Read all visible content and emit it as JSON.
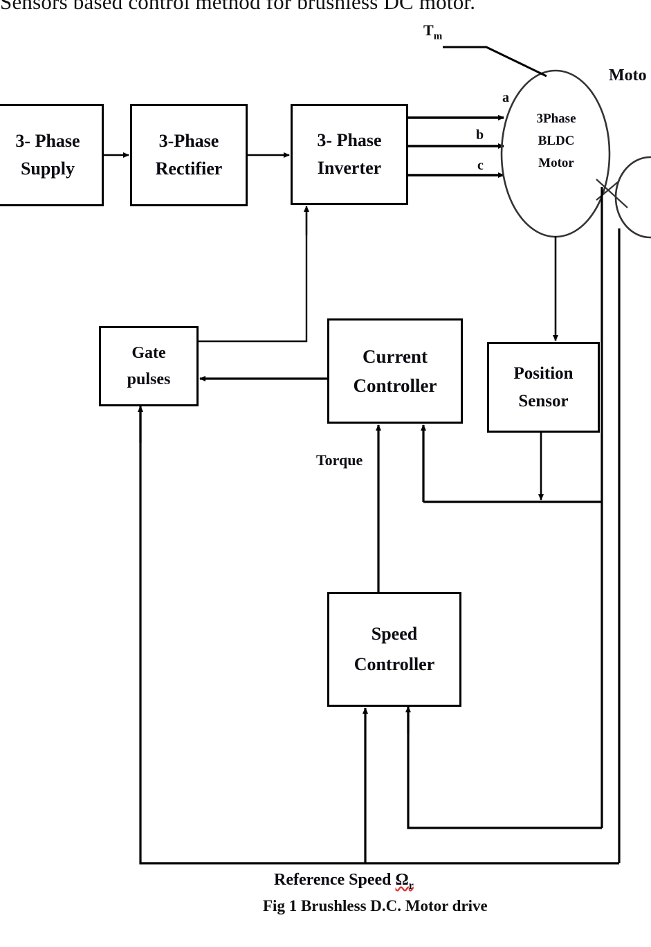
{
  "page": {
    "heading": "Sensors based control method for brushless DC motor.",
    "figure_caption": "Fig 1 Brushless D.C. Motor drive"
  },
  "diagram": {
    "type": "block-diagram",
    "title": "Brushless D.C. Motor drive",
    "background_color": "#ffffff",
    "line_color": "#000000",
    "text_color": "#0b0b12",
    "blocks": [
      {
        "id": "supply",
        "lines": [
          "3- Phase",
          "Supply"
        ],
        "shape": "rect"
      },
      {
        "id": "rectifier",
        "lines": [
          "3-Phase",
          "Rectifier"
        ],
        "shape": "rect"
      },
      {
        "id": "inverter",
        "lines": [
          "3- Phase",
          "Inverter"
        ],
        "shape": "rect"
      },
      {
        "id": "motor",
        "lines": [
          "3Phase",
          "BLDC",
          "Motor"
        ],
        "shape": "ellipse"
      },
      {
        "id": "gate",
        "lines": [
          "Gate",
          "pulses"
        ],
        "shape": "rect"
      },
      {
        "id": "current",
        "lines": [
          "Current",
          "Controller"
        ],
        "shape": "rect"
      },
      {
        "id": "position",
        "lines": [
          "Position",
          "Sensor"
        ],
        "shape": "rect"
      },
      {
        "id": "speed",
        "lines": [
          "Speed",
          "Controller"
        ],
        "shape": "rect"
      }
    ],
    "labels": {
      "load_torque": "T",
      "load_torque_sub": "m",
      "motor_right": "Moto",
      "phase_a": "a",
      "phase_b": "b",
      "phase_c": "c",
      "torque": "Torque",
      "reference_speed_text": "Reference Speed ",
      "reference_speed_symbol": "Ω",
      "reference_speed_subscript": "r"
    }
  }
}
